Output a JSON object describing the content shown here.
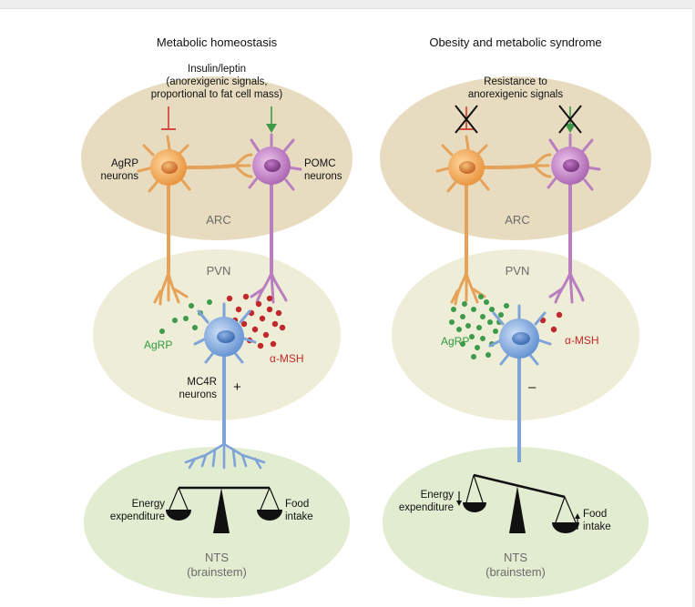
{
  "left_panel": {
    "title": "Metabolic homeostasis",
    "signal_label_lines": [
      "Insulin/leptin",
      "(anorexigenic signals,",
      "proportional to fat cell mass)"
    ],
    "agrp_neuron_label_lines": [
      "AgRP",
      "neurons"
    ],
    "pomc_neuron_label_lines": [
      "POMC",
      "neurons"
    ],
    "arc_label": "ARC",
    "pvn_label": "PVN",
    "agrp_label": "AgRP",
    "msh_label": "α-MSH",
    "mc4r_label_lines": [
      "MC4R",
      "neurons"
    ],
    "sign": "+",
    "energy_label_lines": [
      "Energy",
      "expenditure"
    ],
    "food_label_lines": [
      "Food",
      "intake"
    ],
    "nts_label_lines": [
      "NTS",
      "(brainstem)"
    ]
  },
  "right_panel": {
    "title": "Obesity and metabolic syndrome",
    "signal_label_lines": [
      "Resistance to",
      "anorexigenic signals"
    ],
    "arc_label": "ARC",
    "pvn_label": "PVN",
    "agrp_label": "AgRP",
    "msh_label": "α-MSH",
    "sign": "–",
    "energy_label_lines": [
      "Energy",
      "expenditure"
    ],
    "food_label_lines": [
      "Food",
      "intake"
    ],
    "nts_label_lines": [
      "NTS",
      "(brainstem)"
    ]
  },
  "colors": {
    "arc_bg": "#e8dcc0",
    "pvn_bg": "#eeeed8",
    "nts_bg": "#e2ecd0",
    "agrp_neuron": "#f2b366",
    "pomc_neuron": "#c98ec9",
    "mc4r_neuron": "#8eb1df",
    "agrp_dots": "#3c9a48",
    "msh_dots": "#c0282a",
    "inhibit_arrow": "#d23a32",
    "activate_arrow": "#3c9a48"
  }
}
